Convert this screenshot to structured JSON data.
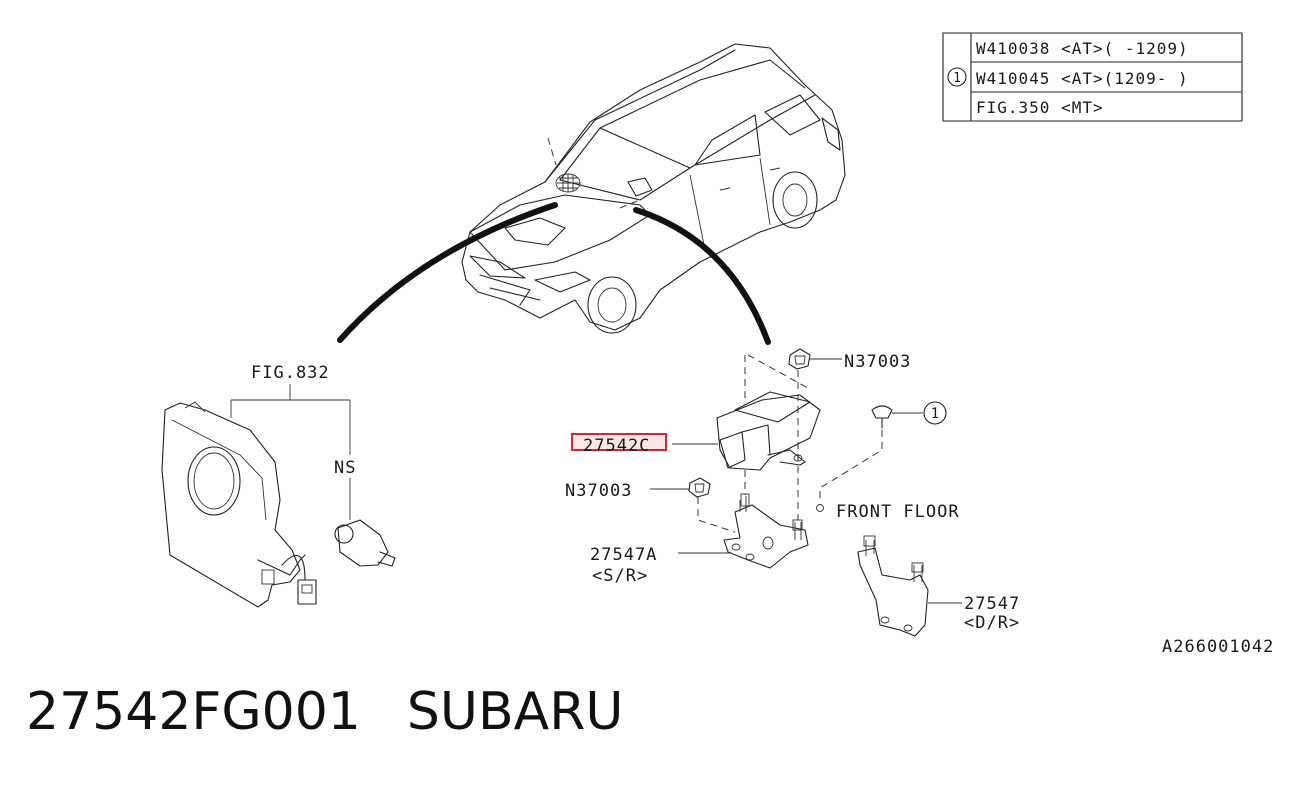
{
  "table": {
    "ref": "1",
    "rows": [
      "W410038 <AT>( -1209)",
      "W410045 <AT>(1209- )",
      "FIG.350  <MT>"
    ]
  },
  "labels": {
    "fig832": "FIG.832",
    "ns": "NS",
    "n37003_top": "N37003",
    "ref_callout": "1",
    "part_27542": "27542C",
    "n37003_left": "N37003",
    "front_floor": "FRONT FLOOR",
    "part_27547a": "27547A",
    "sr": "<S/R>",
    "part_27547": "27547",
    "dr": "<D/R>",
    "drawing_code": "A266001042"
  },
  "footer": {
    "part_number": "27542FG001",
    "brand": "SUBARU"
  },
  "colors": {
    "highlight": "#e0202a",
    "ink": "#222222"
  }
}
